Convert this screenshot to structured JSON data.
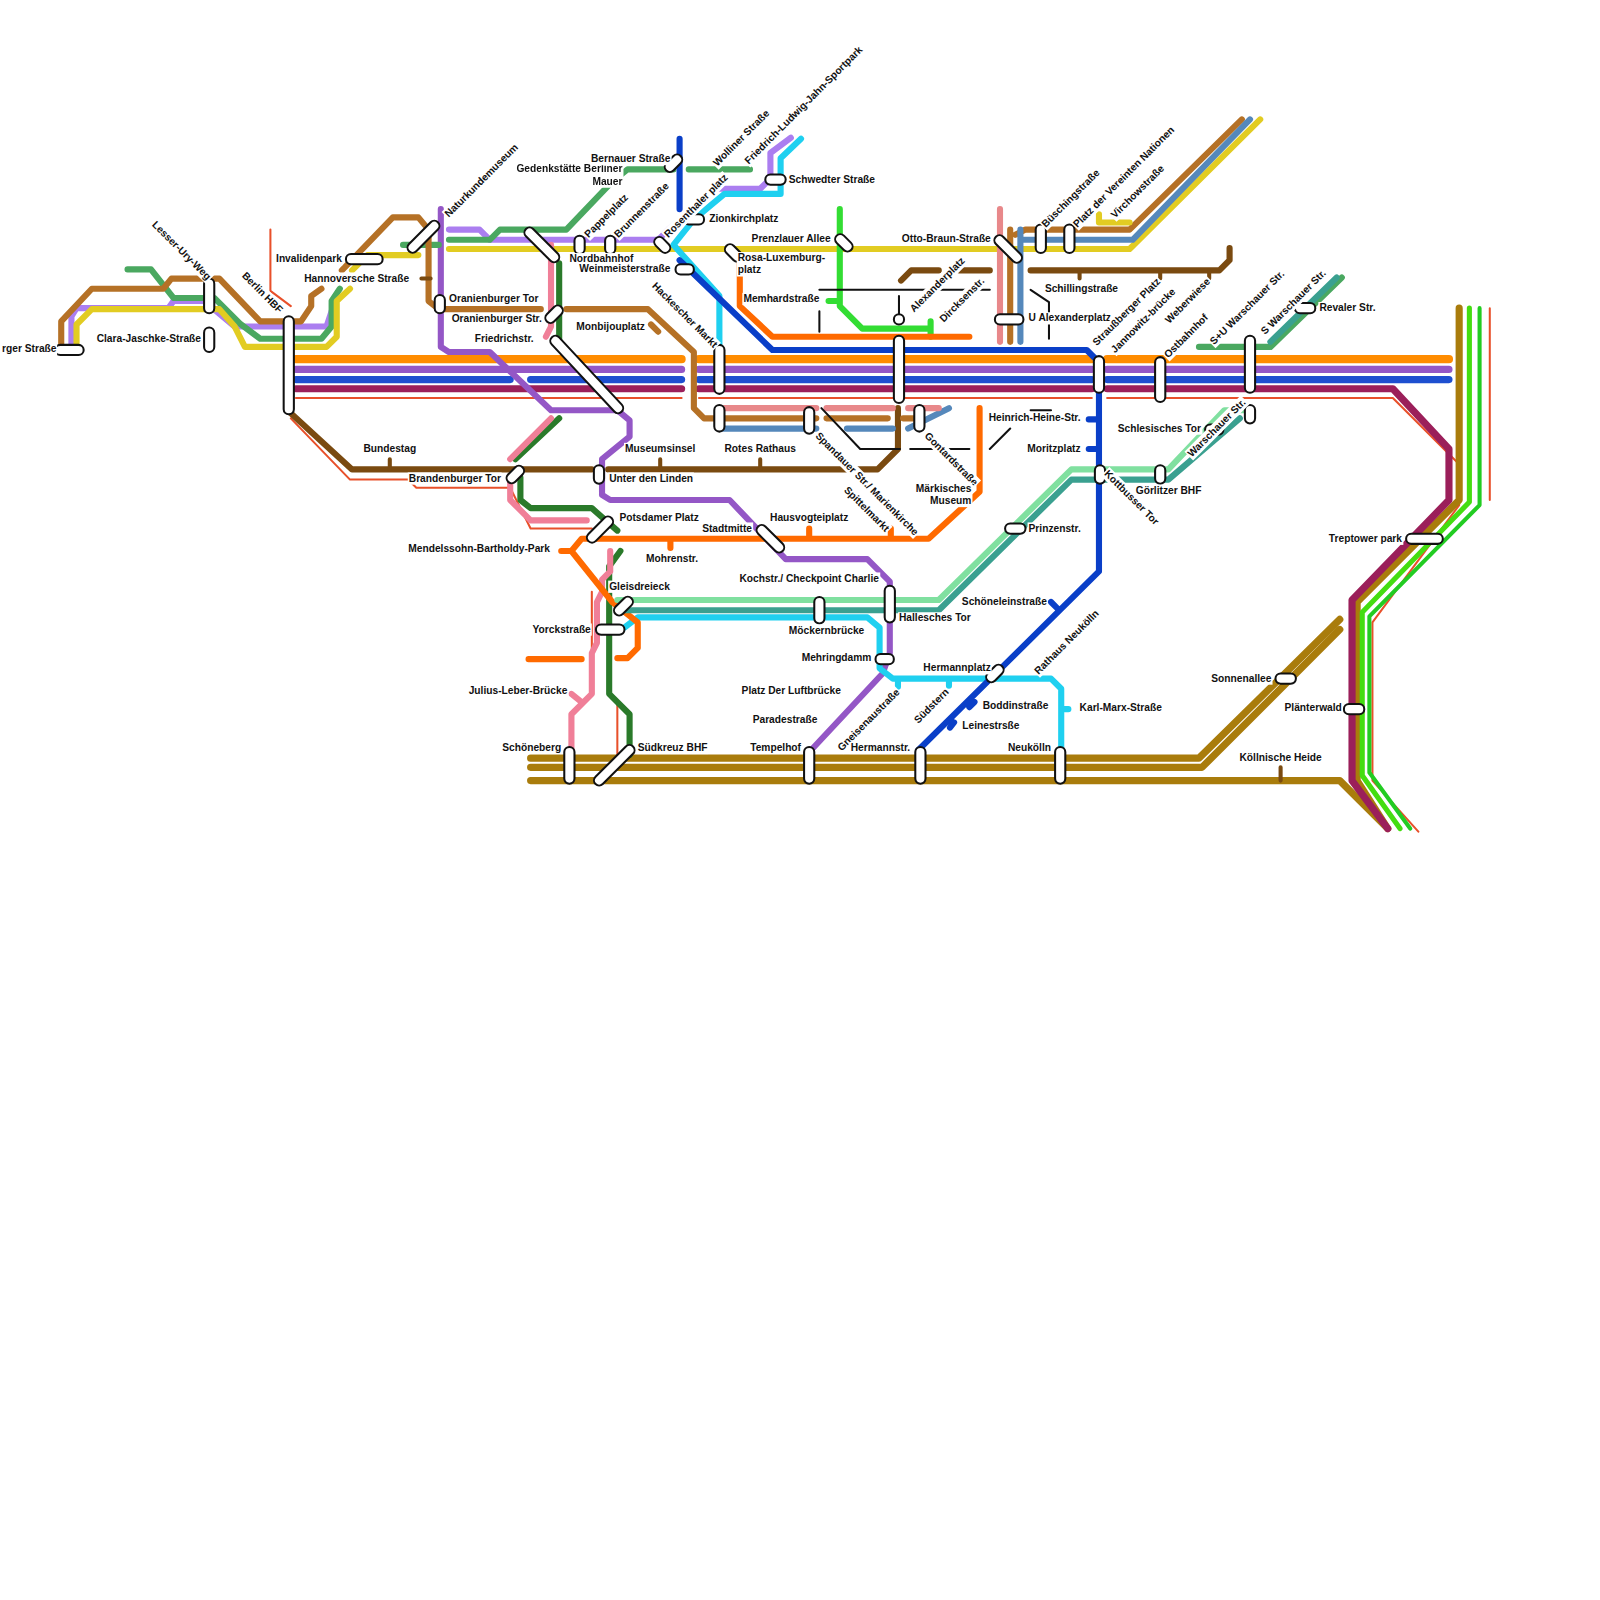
{
  "diagram": {
    "labels": [
      "rger Straße",
      "Lesser-Ury-Weg",
      "Berlin HBF",
      "Invalidenpark",
      "Hannoversche Straße",
      "Clara-Jaschke-Straße",
      "Naturkundemuseum",
      "Oranienburger Tor",
      "Oranienburger Str.",
      "Friedrichstr.",
      "Gedenkstätte Berliner Mauer",
      "Bernauer Straße",
      "Wolliner Straße",
      "Friedrich-Ludwig-Jahn-Sportpark",
      "Schwedter Straße",
      "Zionkirchplatz",
      "Rosenthaler platz",
      "Brunnenstraße",
      "Pappelplatz",
      "Nordbahnhof",
      "Weinmeisterstraße",
      "Hackescher Markt",
      "Rosa-Luxemburg-platz",
      "Prenzlauer Allee",
      "Memhardstraße",
      "Alexanderplatz",
      "Dircksenstr.",
      "Otto-Braun-Straße",
      "Büschingstraße",
      "Platz der Vereinten Nationen",
      "Virchowstraße",
      "Schillingstraße",
      "U Alexanderplatz",
      "Straußberger Platz",
      "Jannowitz-brücke",
      "Weberwiese",
      "Ostbahnhof",
      "S+U Warschauer Str.",
      "S Warschauer Str.",
      "Revaler Str.",
      "Monbijouplatz",
      "Heinrich-Heine-Str.",
      "Moritzplatz",
      "Schlesisches Tor",
      "Warschauer Str.",
      "Görlitzer BHF",
      "Kottbusser Tor",
      "Prinzenstr.",
      "Bundestag",
      "Brandenburger Tor",
      "Museumsinsel",
      "Unter den Linden",
      "Rotes Rathaus",
      "Spandauer Str./ Marienkirche",
      "Gontardstraße",
      "Spittelmarkt",
      "Märkisches Museum",
      "Potsdamer Platz",
      "Hausvogteiplatz",
      "Stadtmitte",
      "Mendelssohn-Bartholdy-Park",
      "Mohrenstr.",
      "Kochstr./ Checkpoint Charlie",
      "Gleisdreieck",
      "Hallesches Tor",
      "Schöneleinstraße",
      "Yorckstraße",
      "Möckernbrücke",
      "Mehringdamm",
      "Hermannplatz",
      "Rathaus Neukölln",
      "Julius-Leber-Brücke",
      "Platz Der Luftbrücke",
      "Gneisenaustraße",
      "Südstern",
      "Boddinstraße",
      "Karl-Marx-Straße",
      "Paradestraße",
      "Leinestrsße",
      "Schöneberg",
      "Südkreuz BHF",
      "Tempelhof",
      "Hermannstr.",
      "Neukölln",
      "Treptower park",
      "Sonnenallee",
      "Plänterwald",
      "Köllnische Heide"
    ]
  }
}
